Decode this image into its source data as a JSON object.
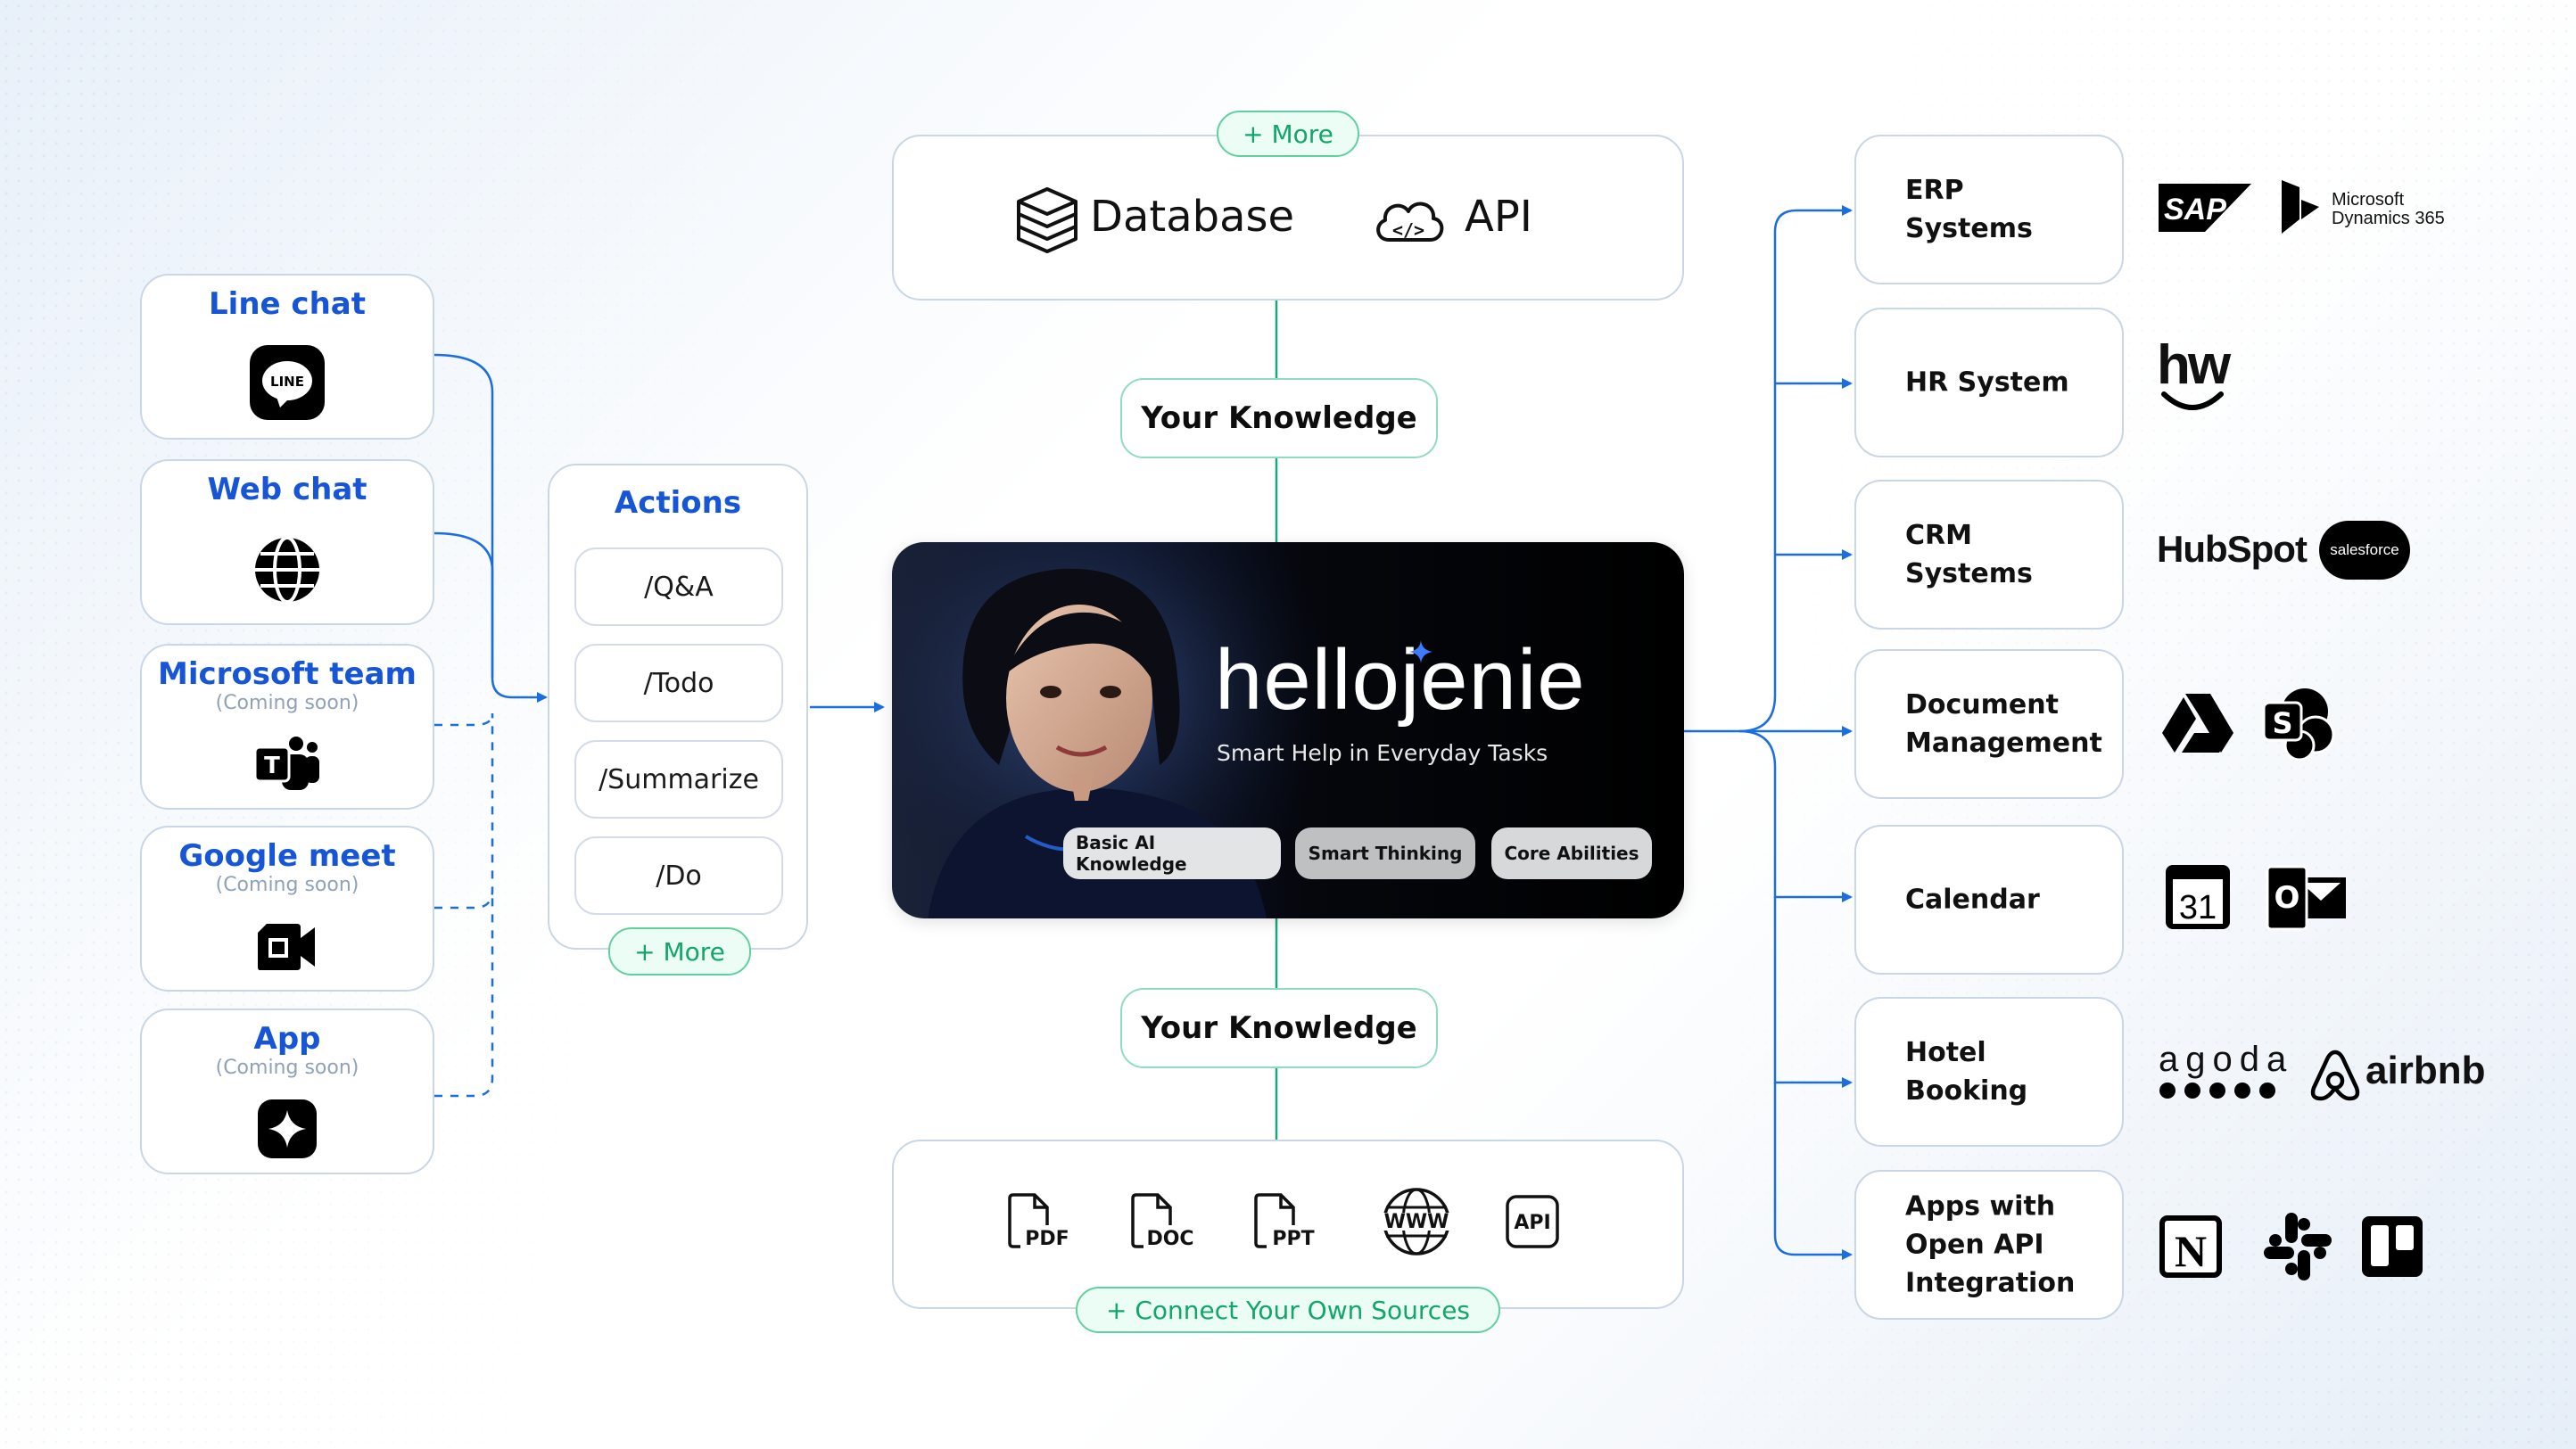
{
  "top_sources": {
    "more_label": "+ More",
    "database_label": "Database",
    "api_label": "API"
  },
  "knowledge_top_label": "Your Knowledge",
  "knowledge_bottom_label": "Your Knowledge",
  "channels": [
    {
      "title": "Line chat",
      "subtitle": "",
      "icon": "line-icon"
    },
    {
      "title": "Web chat",
      "subtitle": "",
      "icon": "globe-icon"
    },
    {
      "title": "Microsoft team",
      "subtitle": "(Coming soon)",
      "icon": "teams-icon"
    },
    {
      "title": "Google meet",
      "subtitle": "(Coming soon)",
      "icon": "meet-icon"
    },
    {
      "title": "App",
      "subtitle": "(Coming soon)",
      "icon": "app-icon"
    }
  ],
  "actions": {
    "title": "Actions",
    "items": [
      "/Q&A",
      "/Todo",
      "/Summarize",
      "/Do"
    ],
    "more_label": "+ More"
  },
  "hero": {
    "brand": "hellojenie",
    "tagline": "Smart Help in Everyday Tasks",
    "chips": [
      "Basic AI Knowledge",
      "Smart Thinking",
      "Core Abilities"
    ]
  },
  "bottom_sources": {
    "file_types": [
      "PDF",
      "DOC",
      "PPT",
      "WWW",
      "API"
    ],
    "connect_label": "+ Connect Your Own Sources"
  },
  "systems": [
    {
      "label": "ERP\nSystems",
      "logos": [
        "SAP",
        "Microsoft Dynamics 365"
      ]
    },
    {
      "label": "HR System",
      "logos": [
        "hw"
      ]
    },
    {
      "label": "CRM\nSystems",
      "logos": [
        "HubSpot",
        "salesforce"
      ]
    },
    {
      "label": "Document\nManagement",
      "logos": [
        "google-drive",
        "sharepoint"
      ]
    },
    {
      "label": "Calendar",
      "logos": [
        "google-calendar",
        "outlook"
      ]
    },
    {
      "label": "Hotel\nBooking",
      "logos": [
        "agoda",
        "airbnb"
      ]
    },
    {
      "label": "Apps with\nOpen API\nIntegration",
      "logos": [
        "notion",
        "slack",
        "trello"
      ]
    }
  ],
  "logo_text": {
    "sap": "SAP",
    "msd_line1": "Microsoft",
    "msd_line2": "Dynamics 365",
    "hw": "hw",
    "hubspot": "HubSpot",
    "salesforce": "salesforce",
    "calendar_day": "31",
    "outlook": "O",
    "sharepoint": "S",
    "agoda": "agoda",
    "airbnb": "airbnb",
    "notion": "N",
    "teams": "T",
    "line": "LINE"
  },
  "colors": {
    "accent_blue": "#1656d6",
    "connector_blue": "#1a6ee0",
    "mint": "#12a66b",
    "mint_border": "#5fd0a0",
    "teal_line": "#18a880"
  }
}
